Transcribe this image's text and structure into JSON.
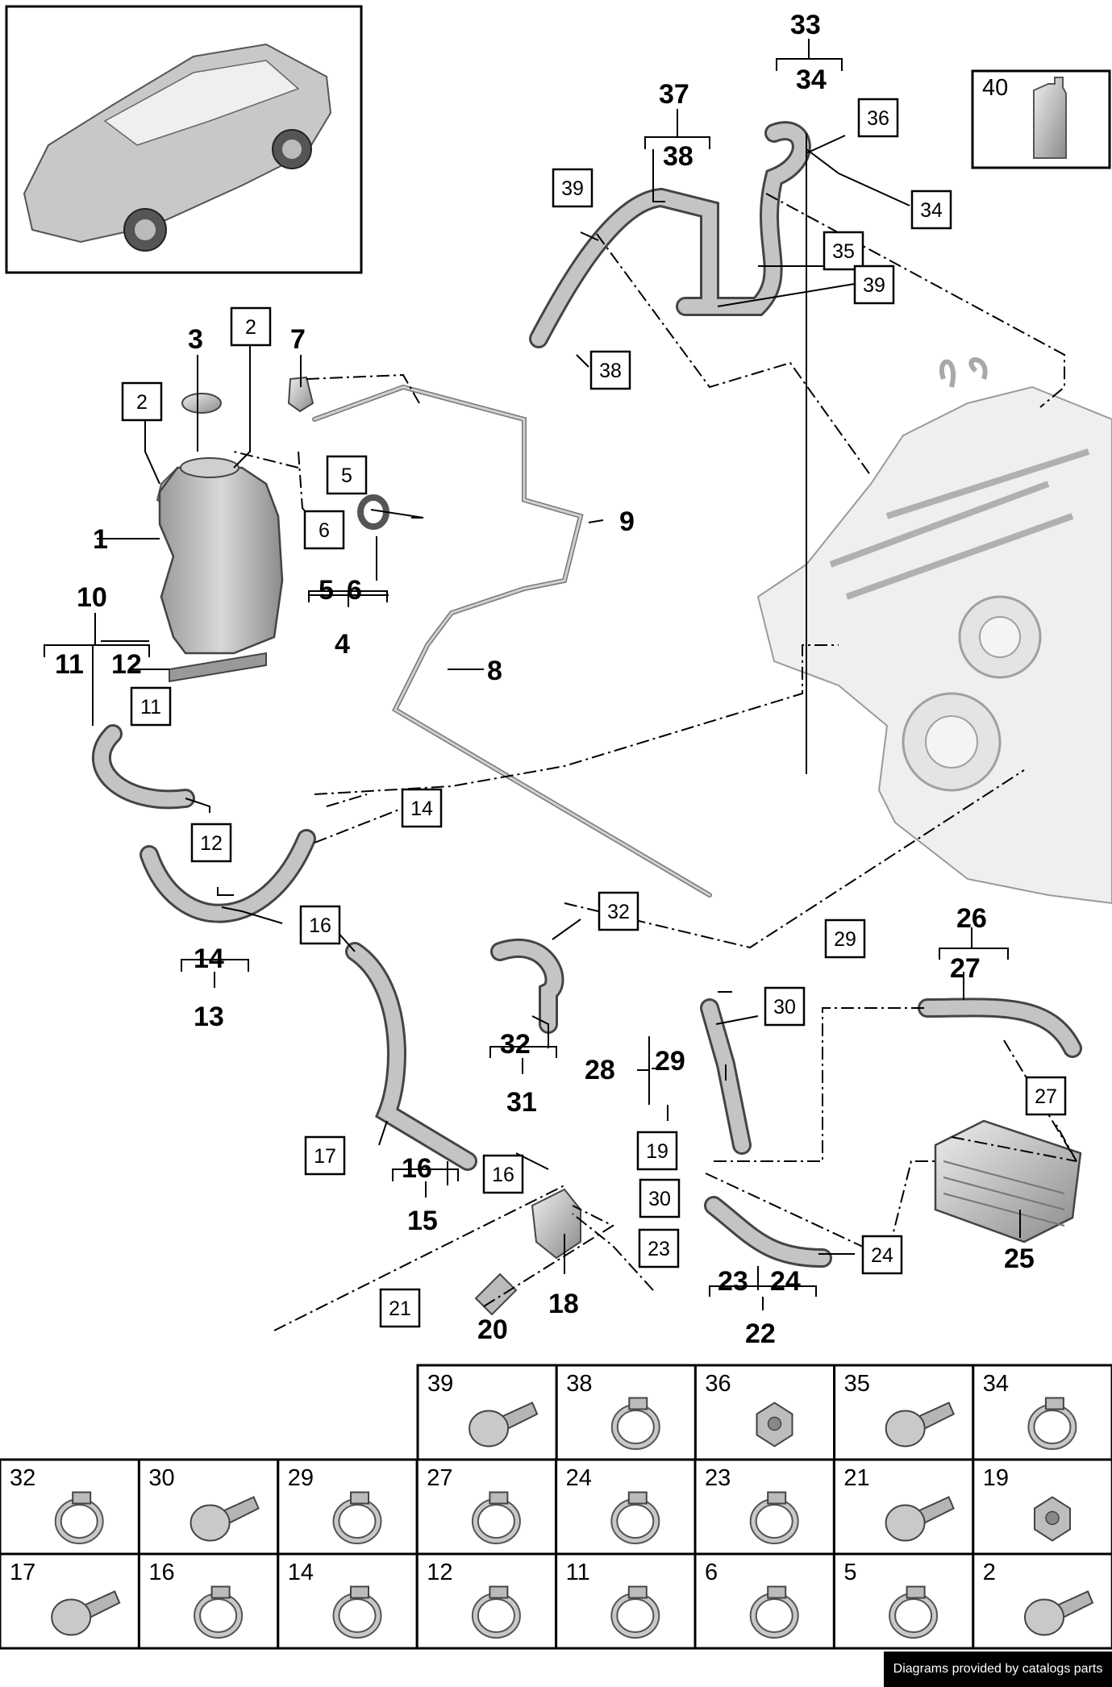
{
  "diagram": {
    "footer_credit": "Diagrams provided by catalogs parts",
    "kit_box_label": "40",
    "bold_labels": {
      "l1": "1",
      "l3": "3",
      "l4": "4",
      "l5": "5",
      "l6": "6",
      "l7": "7",
      "l8": "8",
      "l9": "9",
      "l10": "10",
      "l11": "11",
      "l12": "12",
      "l13": "13",
      "l14": "14",
      "l15": "15",
      "l16": "16",
      "l18": "18",
      "l20": "20",
      "l22": "22",
      "l23": "23",
      "l24": "24",
      "l25": "25",
      "l26": "26",
      "l27": "27",
      "l28": "28",
      "l29": "29",
      "l31": "31",
      "l32": "32",
      "l33": "33",
      "l34": "34",
      "l37": "37",
      "l38": "38"
    },
    "boxed_labels": {
      "b2a": "2",
      "b2b": "2",
      "b5": "5",
      "b6": "6",
      "b11": "11",
      "b12": "12",
      "b14": "14",
      "b16a": "16",
      "b16b": "16",
      "b17": "17",
      "b19": "19",
      "b21": "21",
      "b23": "23",
      "b24": "24",
      "b27": "27",
      "b29": "29",
      "b30a": "30",
      "b30b": "30",
      "b32": "32",
      "b34": "34",
      "b35": "35",
      "b36": "36",
      "b38": "38",
      "b39a": "39",
      "b39b": "39"
    },
    "parts_grid": {
      "row1": [
        "39",
        "38",
        "36",
        "35",
        "34"
      ],
      "row2": [
        "32",
        "30",
        "29",
        "27",
        "24",
        "23",
        "21",
        "19"
      ],
      "row3": [
        "17",
        "16",
        "14",
        "12",
        "11",
        "6",
        "5",
        "2"
      ]
    }
  }
}
